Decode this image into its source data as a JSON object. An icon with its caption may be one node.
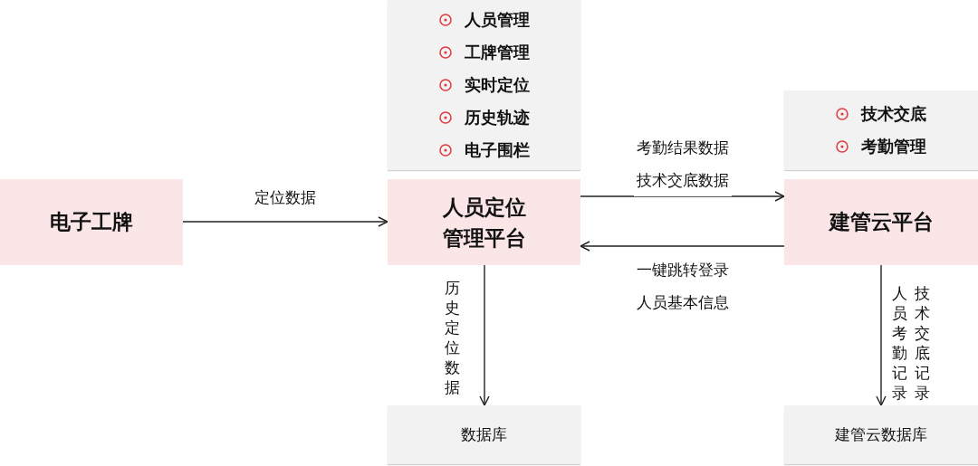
{
  "diagram": {
    "nodes": [
      {
        "text": [
          "电子工牌"
        ]
      },
      {
        "text": [
          "人员定位管理平台"
        ]
      },
      {
        "text": [
          "人员管理",
          "工牌管理",
          "实时定位",
          "历史轨迹",
          "电子围栏"
        ]
      },
      {
        "text": [
          "建管云平台"
        ]
      },
      {
        "text": [
          "技术交底",
          "考勤管理"
        ]
      },
      {
        "text": [
          "数据库"
        ]
      },
      {
        "text": [
          "建管云数据库"
        ]
      }
    ],
    "edges": [
      {
        "from": 0,
        "to": 1,
        "arrow": "to",
        "label": "定位数据"
      },
      {
        "from": 1,
        "to": 3,
        "arrow": "to",
        "label": "考勤结果数据技术交底数据"
      },
      {
        "from": 3,
        "to": 1,
        "arrow": "to",
        "label": "一键跳转登录人员基本信息"
      },
      {
        "from": 1,
        "to": 5,
        "arrow": "to",
        "label": "历史定位数据"
      },
      {
        "from": 3,
        "to": 6,
        "arrow": "to",
        "label": "技术交底记录人员考勤记录"
      }
    ]
  }
}
